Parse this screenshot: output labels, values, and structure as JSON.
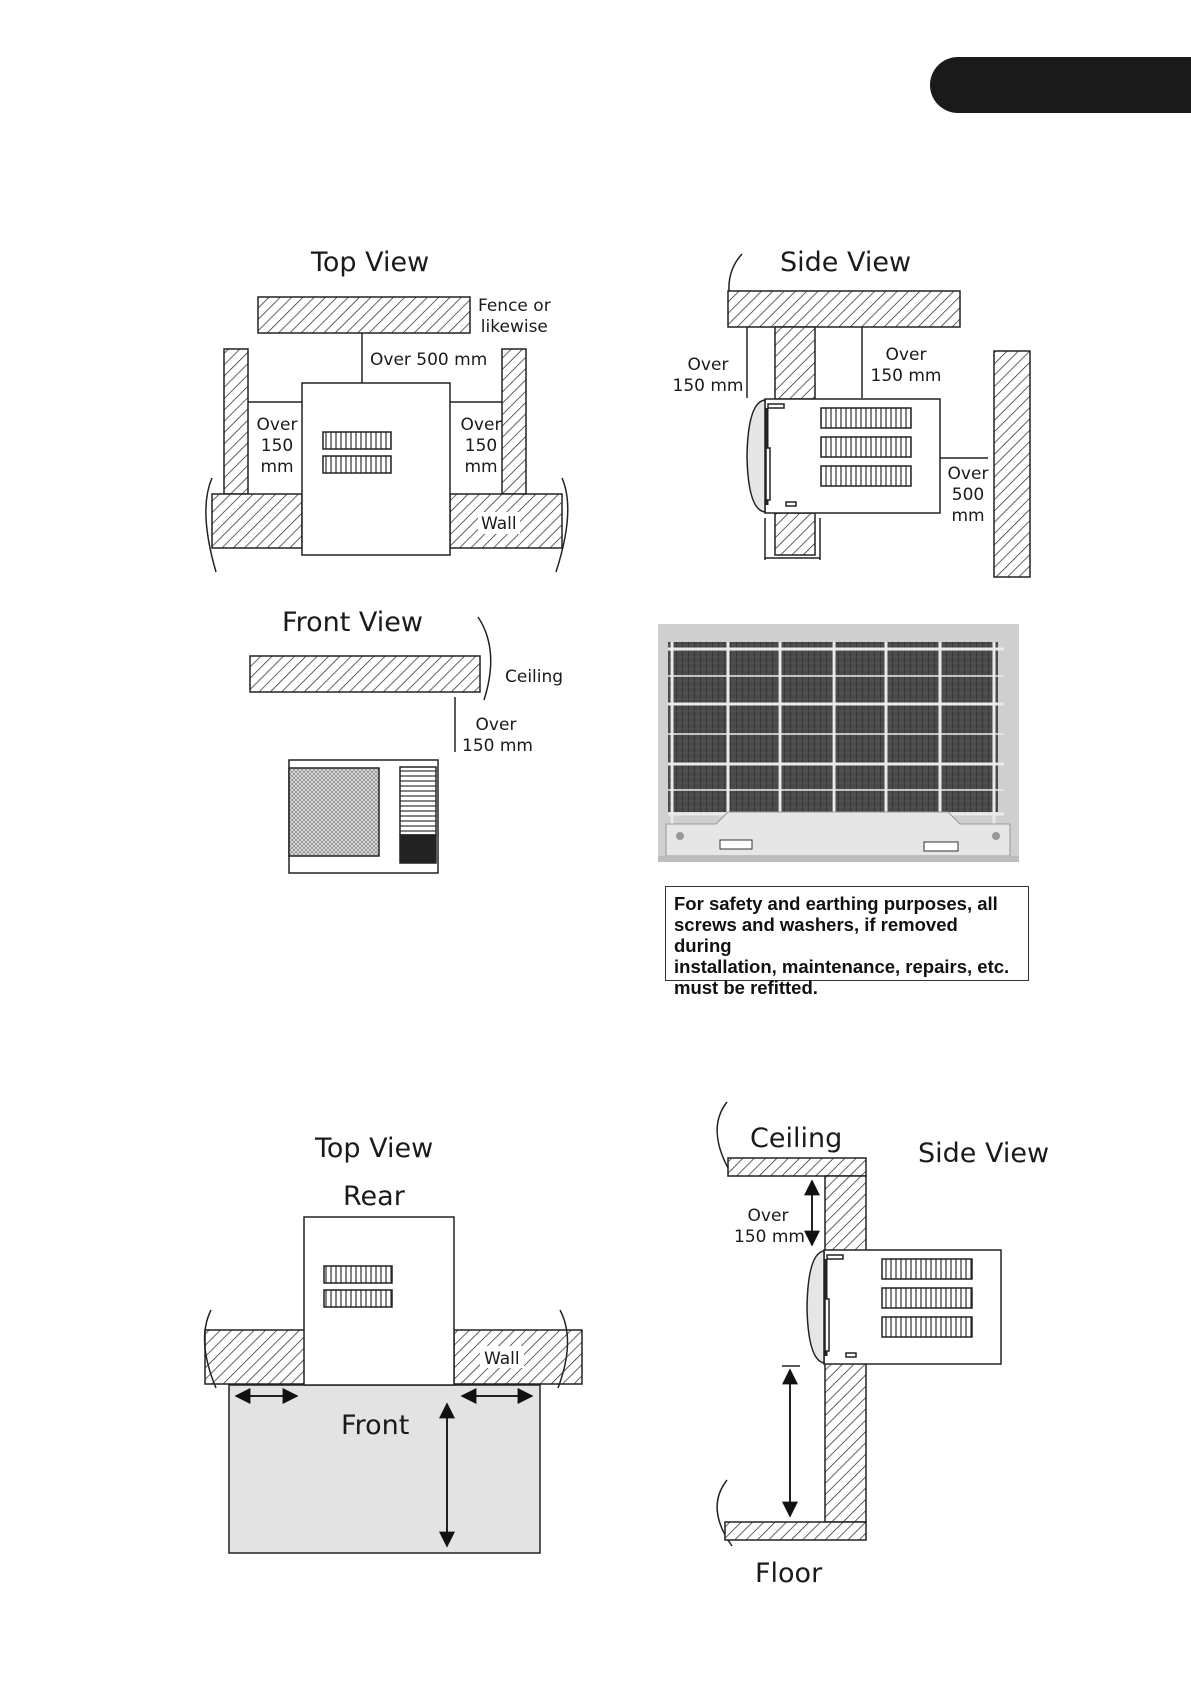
{
  "page_tab": {
    "color": "#1a1a1a"
  },
  "diagram1": {
    "title": "Top View",
    "fence_label": [
      "Fence or",
      "likewise"
    ],
    "gap_top": "Over 500 mm",
    "gap_left": [
      "Over",
      "150",
      "mm"
    ],
    "gap_right": [
      "Over",
      "150",
      "mm"
    ],
    "wall_label": "Wall"
  },
  "diagram2": {
    "title": "Side View",
    "gap_left": [
      "Over",
      "150 mm"
    ],
    "gap_top": [
      "Over",
      "150 mm"
    ],
    "gap_right": [
      "Over",
      "500",
      "mm"
    ]
  },
  "diagram3": {
    "title": "Front View",
    "ceiling_label": "Ceiling",
    "gap": [
      "Over",
      "150 mm"
    ]
  },
  "photo": {
    "description_icon": "condenser-grille-photo"
  },
  "safety_notice": {
    "lines": [
      "For safety and earthing purposes, all",
      "screws and washers, if removed during",
      "installation, maintenance, repairs, etc.",
      "must be refitted."
    ]
  },
  "diagram4": {
    "title": "Top View",
    "rear_label": "Rear",
    "front_label": "Front",
    "wall_label": "Wall"
  },
  "diagram5": {
    "ceiling_label": "Ceiling",
    "title": "Side View",
    "gap": [
      "Over",
      "150 mm"
    ],
    "floor_label": "Floor"
  }
}
